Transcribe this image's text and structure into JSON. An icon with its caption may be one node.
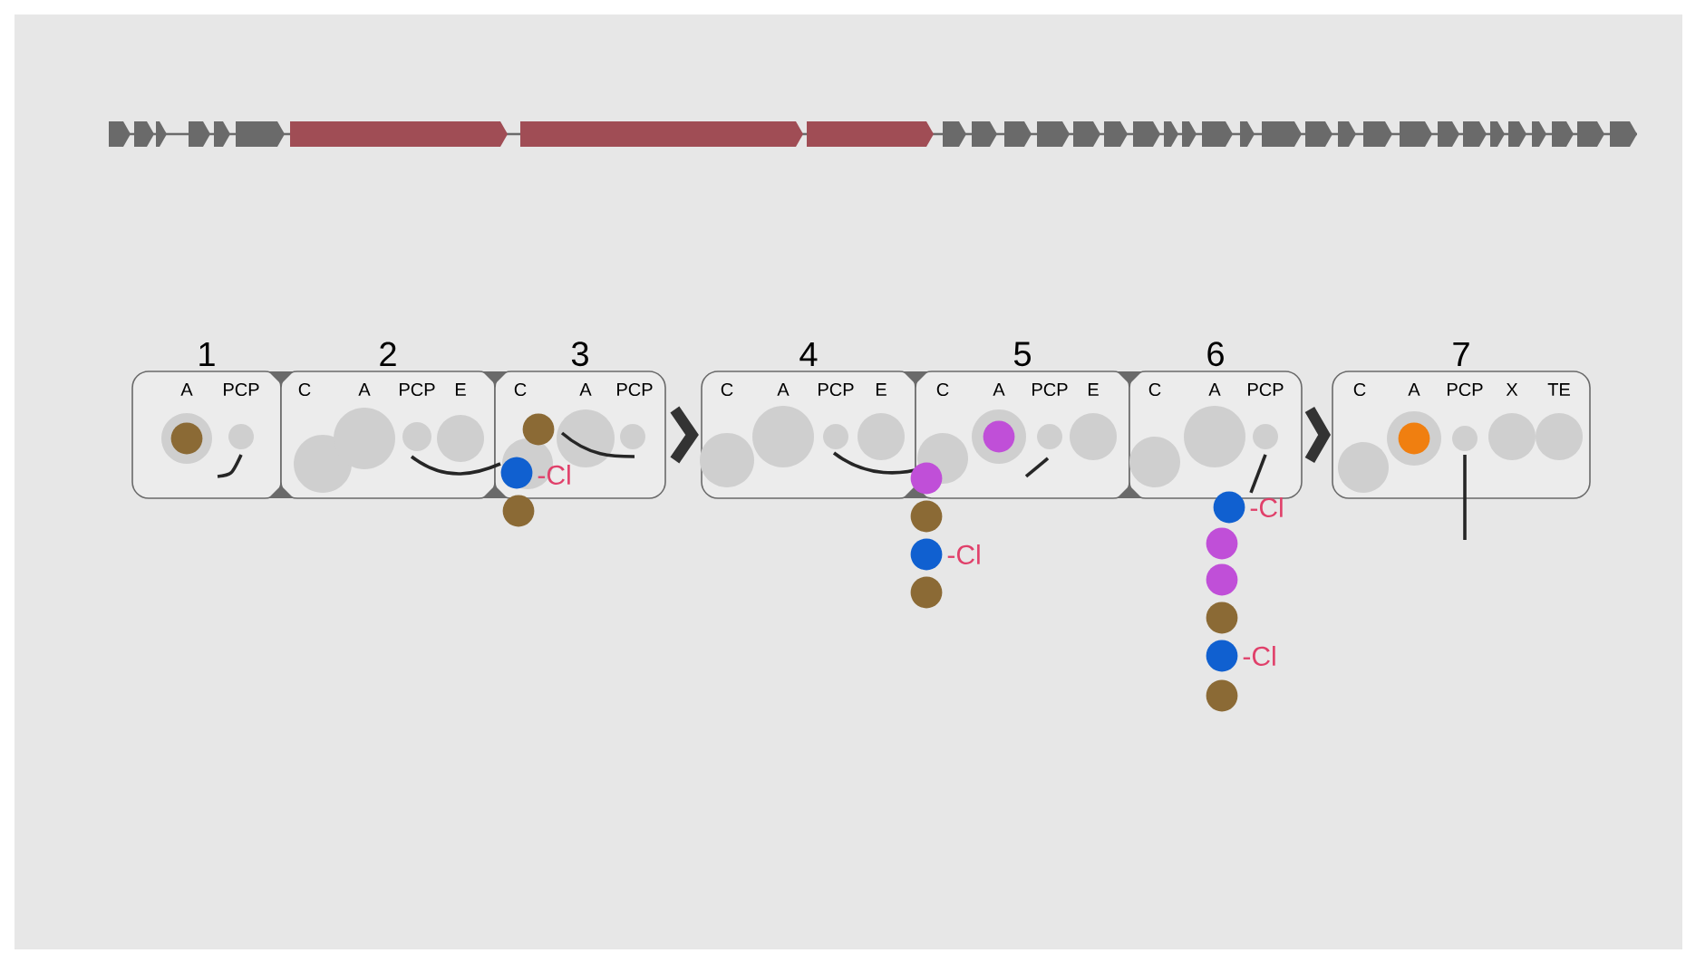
{
  "diagram": {
    "nodes": [
      {
        "text": [
          "1"
        ]
      },
      {
        "text": [
          "2"
        ]
      },
      {
        "text": [
          "3"
        ]
      },
      {
        "text": [
          "4"
        ]
      },
      {
        "text": [
          "5"
        ]
      },
      {
        "text": [
          "6"
        ]
      },
      {
        "text": [
          "7"
        ]
      }
    ],
    "edges": [
      {
        "from": 2,
        "to": 3,
        "arrow": "to"
      },
      {
        "from": 5,
        "to": 6,
        "arrow": "to"
      }
    ],
    "labels": [
      "A",
      "PCP",
      "C",
      "A",
      "PCP",
      "E",
      "C",
      "A",
      "PCP",
      "C",
      "A",
      "PCP",
      "E",
      "C",
      "A",
      "PCP",
      "E",
      "C",
      "A",
      "PCP",
      "C",
      "A",
      "PCP",
      "X",
      "TE",
      "-Cl",
      "-Cl",
      "-Cl",
      "-Cl"
    ]
  }
}
